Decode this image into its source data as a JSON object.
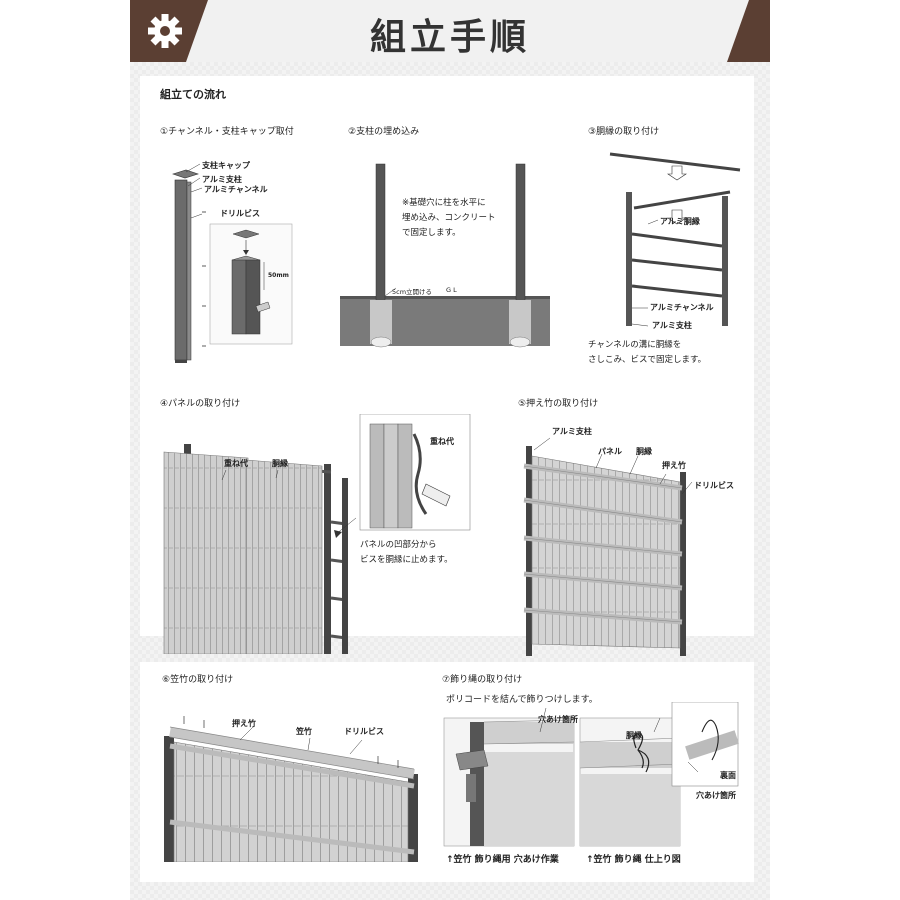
{
  "header": {
    "title": "組立手順",
    "icon": "gear-icon",
    "colors": {
      "brand": "#5b3f33",
      "bar": "#f1f1f1"
    }
  },
  "flow_title": "組立ての流れ",
  "steps": {
    "s1": {
      "title": "①チャンネル・支柱キャップ取付",
      "labels": [
        "支柱キャップ",
        "アルミ支柱",
        "アルミチャンネル",
        "ドリルビス",
        "50mm"
      ]
    },
    "s2": {
      "title": "②支柱の埋め込み",
      "note": [
        "※基礎穴に柱を水平に",
        "埋め込み、コンクリート",
        "で固定します。"
      ],
      "labels": [
        "5cm立開ける",
        "G L"
      ]
    },
    "s3": {
      "title": "③胴縁の取り付け",
      "labels": [
        "アルミ胴縁",
        "アルミチャンネル",
        "アルミ支柱"
      ],
      "note": [
        "チャンネルの溝に胴縁を",
        "さしこみ、ビスで固定します。"
      ]
    },
    "s4": {
      "title": "④パネルの取り付け",
      "labels": [
        "重ね代",
        "胴縁",
        "重ね代"
      ],
      "note": [
        "パネルの凹部分から",
        "ビスを胴縁に止めます。"
      ]
    },
    "s5": {
      "title": "⑤押え竹の取り付け",
      "labels": [
        "アルミ支柱",
        "パネル",
        "胴縁",
        "押え竹",
        "ドリルビス"
      ]
    },
    "s6": {
      "title": "⑥笠竹の取り付け",
      "labels": [
        "押え竹",
        "笠竹",
        "ドリルビス"
      ]
    },
    "s7": {
      "title": "⑦飾り縄の取り付け",
      "subtitle": "ポリコードを結んで飾りつけします。",
      "labels": [
        "穴あけ箇所",
        "胴縁",
        "裏面",
        "穴あけ箇所"
      ],
      "captions": [
        "↑笠竹 飾り縄用 穴あけ作業",
        "↑笠竹 飾り縄 仕上り図"
      ]
    }
  }
}
